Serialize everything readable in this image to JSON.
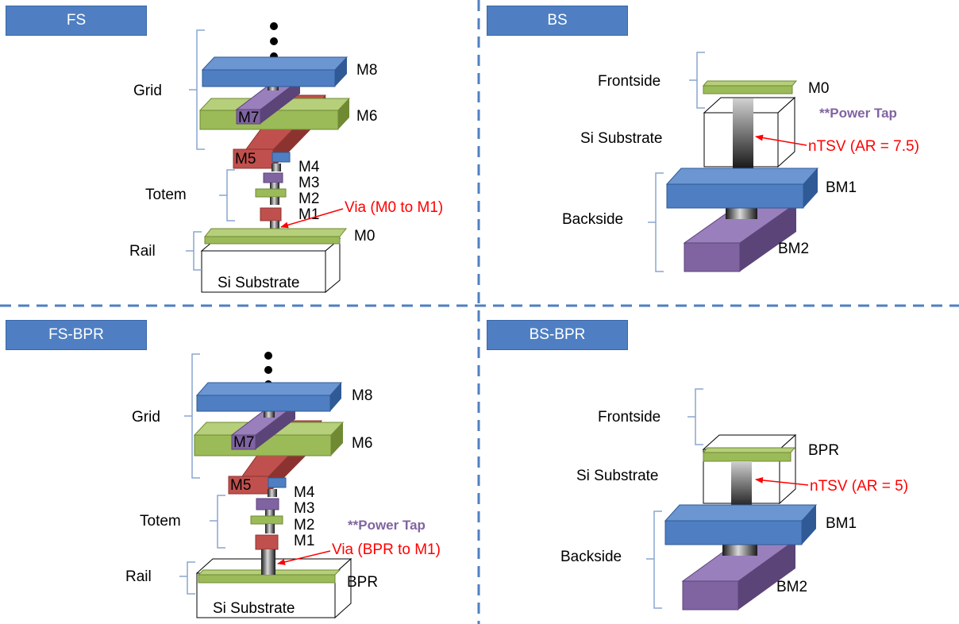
{
  "panels": {
    "fs": {
      "title": "FS",
      "grid": "Grid",
      "totem": "Totem",
      "rail": "Rail",
      "m8": "M8",
      "m7": "M7",
      "m6": "M6",
      "m5": "M5",
      "m4": "M4",
      "m3": "M3",
      "m2": "M2",
      "m1": "M1",
      "m0": "M0",
      "via": "Via (M0 to M1)",
      "substrate": "Si Substrate"
    },
    "bs": {
      "title": "BS",
      "frontside": "Frontside",
      "substrate": "Si Substrate",
      "backside": "Backside",
      "m0": "M0",
      "power_tap": "**Power Tap",
      "ntsv": "nTSV (AR = 7.5)",
      "bm1": "BM1",
      "bm2": "BM2"
    },
    "fs_bpr": {
      "title": "FS-BPR",
      "grid": "Grid",
      "totem": "Totem",
      "rail": "Rail",
      "m8": "M8",
      "m7": "M7",
      "m6": "M6",
      "m5": "M5",
      "m4": "M4",
      "m3": "M3",
      "m2": "M2",
      "m1": "M1",
      "power_tap": "**Power Tap",
      "via": "Via (BPR to M1)",
      "bpr": "BPR",
      "substrate": "Si Substrate"
    },
    "bs_bpr": {
      "title": "BS-BPR",
      "frontside": "Frontside",
      "substrate": "Si Substrate",
      "backside": "Backside",
      "bpr": "BPR",
      "ntsv": "nTSV (AR = 5)",
      "bm1": "BM1",
      "bm2": "BM2"
    }
  },
  "colors": {
    "title_bg": "#4f7fc2",
    "blue_metal": "#4f7fc2",
    "green_metal": "#9bbb59",
    "purple_metal": "#8064a2",
    "red_metal": "#c0504d",
    "divider": "#4f7fc2",
    "annotation": "#ff0000",
    "power_tap": "#8064a2"
  }
}
